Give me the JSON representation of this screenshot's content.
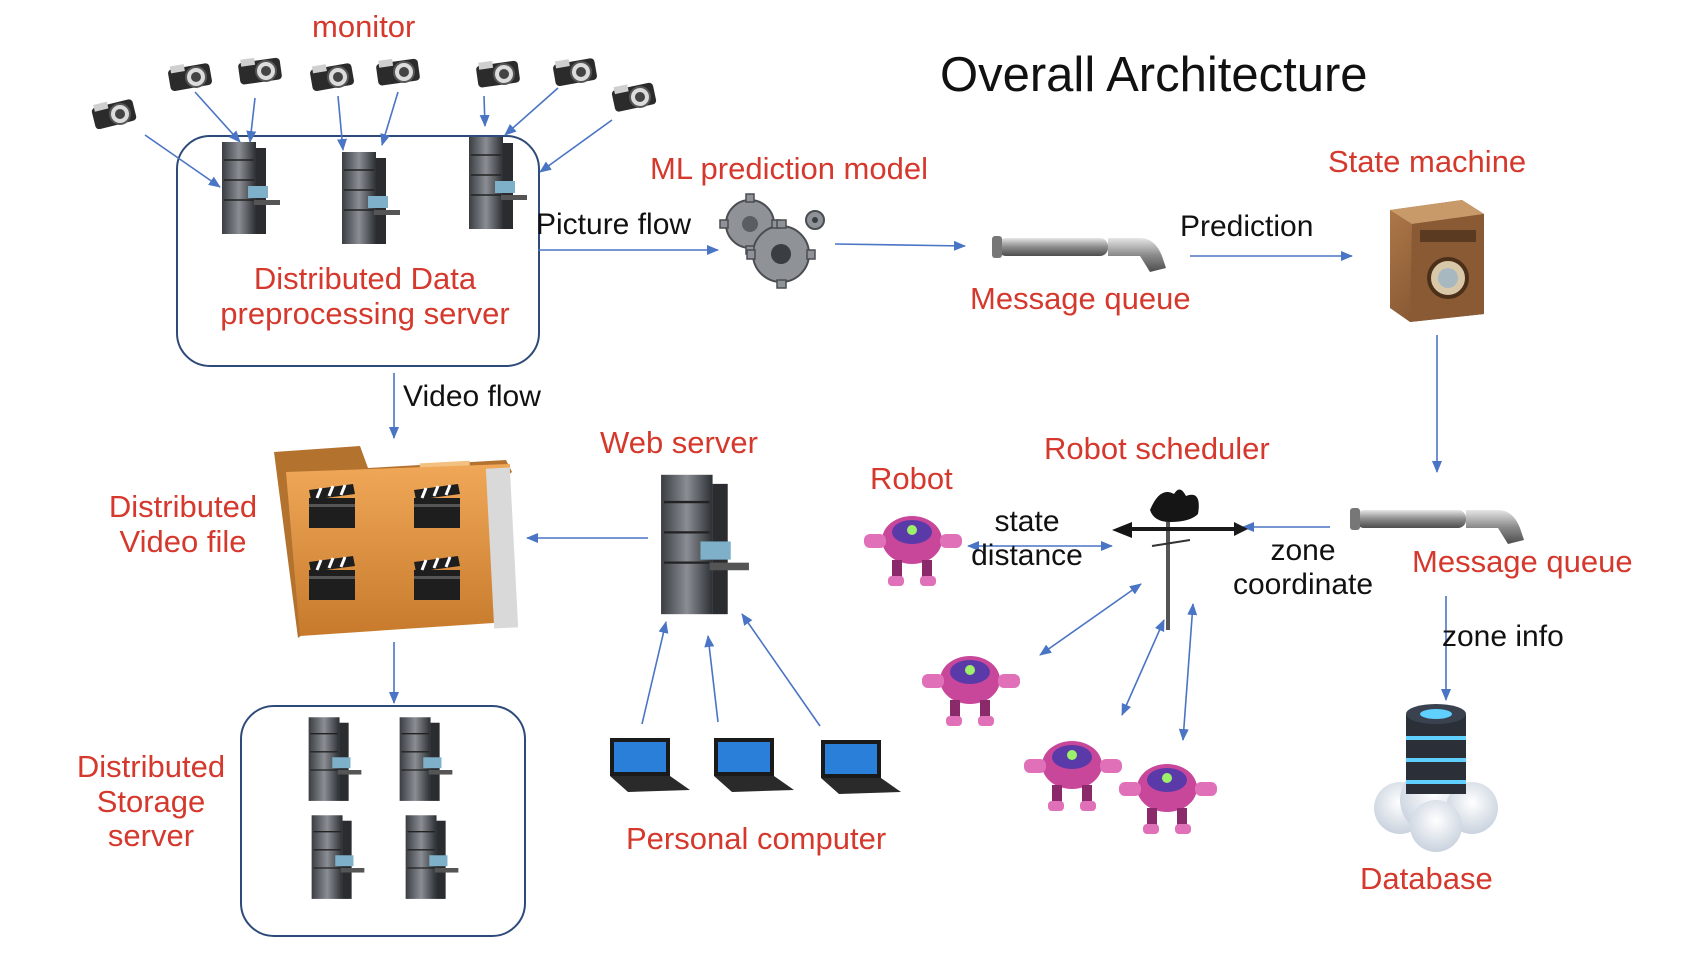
{
  "title": "Overall Architecture",
  "colors": {
    "component_label": "#d5382c",
    "flow_label": "#111111",
    "arrow": "#4a74c4",
    "group_border": "#2e4a78"
  },
  "components": {
    "monitor": "monitor",
    "preprocessing": "Distributed Data\npreprocessing server",
    "ml_model": "ML prediction model",
    "queue_top": "Message queue",
    "state_machine": "State machine",
    "queue_right": "Message queue",
    "robot_scheduler": "Robot scheduler",
    "robot": "Robot",
    "database": "Database",
    "web_server": "Web server",
    "video_file": "Distributed\nVideo file",
    "storage": "Distributed\nStorage\nserver",
    "pc": "Personal computer"
  },
  "flows": {
    "picture": "Picture flow",
    "prediction": "Prediction",
    "video": "Video flow",
    "state_distance": "state\ndistance",
    "zone_coordinate": "zone\ncoordinate",
    "zone_info": "zone info"
  },
  "icons": {
    "camera": "camera-icon",
    "server": "server-rack-icon",
    "gears": "gears-icon",
    "pipe": "message-queue-pipe-icon",
    "washer": "washing-machine-icon",
    "folder": "folder-icon",
    "clapper": "clapperboard-icon",
    "laptop": "laptop-icon",
    "robot": "robot-icon",
    "weathervane": "weathervane-rooster-icon",
    "database": "database-cloud-icon"
  }
}
